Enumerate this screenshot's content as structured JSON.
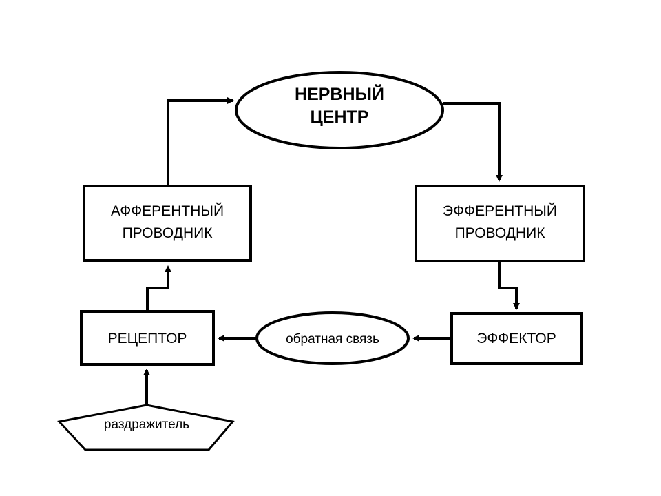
{
  "nodes": {
    "nerve_center": {
      "line1": "НЕРВНЫЙ",
      "line2": "ЦЕНТР"
    },
    "afferent": {
      "line1": "АФФЕРЕНТНЫЙ",
      "line2": "ПРОВОДНИК"
    },
    "efferent": {
      "line1": "ЭФФЕРЕНТНЫЙ",
      "line2": "ПРОВОДНИК"
    },
    "receptor": {
      "label": "РЕЦЕПТОР"
    },
    "feedback": {
      "label": "обратная связь"
    },
    "effector": {
      "label": "ЭФФЕКТОР"
    },
    "stimulus": {
      "label": "раздражитель"
    }
  },
  "colors": {
    "stroke": "#000000",
    "background": "#ffffff"
  }
}
